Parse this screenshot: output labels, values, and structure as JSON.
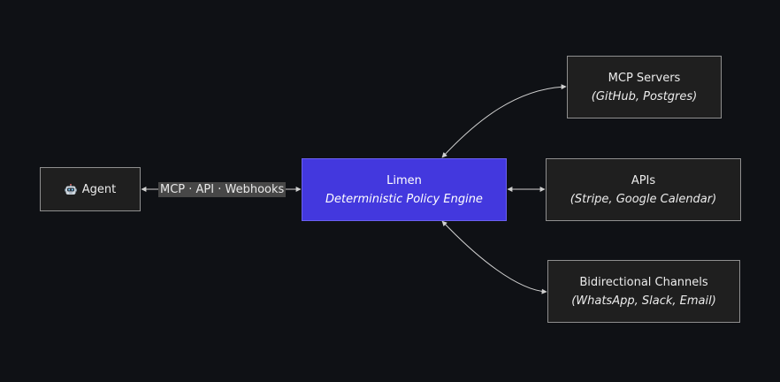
{
  "nodes": {
    "agent": {
      "label": "Agent",
      "icon": "robot-icon"
    },
    "engine": {
      "title": "Limen",
      "subtitle": "Deterministic Policy Engine"
    },
    "mcp": {
      "title": "MCP Servers",
      "subtitle": "(GitHub, Postgres)"
    },
    "apis": {
      "title": "APIs",
      "subtitle": "(Stripe, Google Calendar)"
    },
    "channels": {
      "title": "Bidirectional Channels",
      "subtitle": "(WhatsApp, Slack, Email)"
    }
  },
  "edges": {
    "agent_engine_label": "MCP · API · Webhooks"
  },
  "colors": {
    "background": "#0f1115",
    "node_fill": "#1f1f1f",
    "node_border": "#8f8f8f",
    "primary_fill": "#4338de",
    "edge": "#d0d0d0"
  }
}
